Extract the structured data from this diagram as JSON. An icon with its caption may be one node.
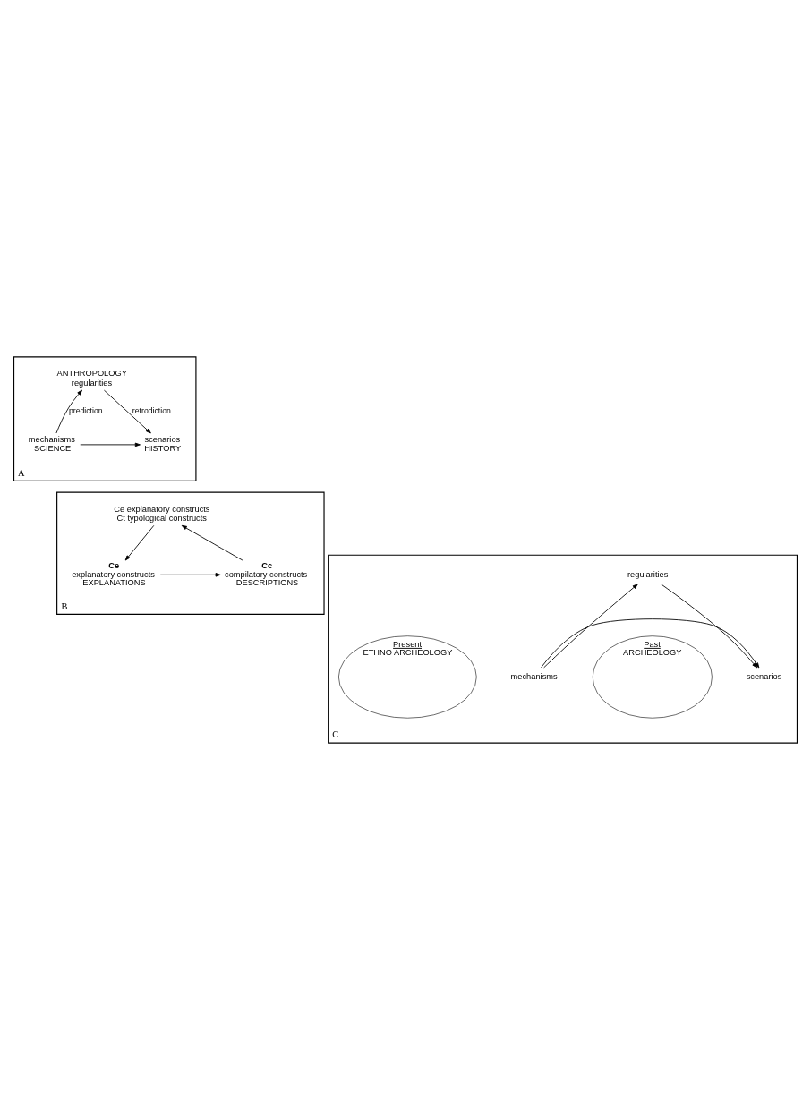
{
  "diagram": {
    "nodes": [
      {
        "text": [
          "A"
        ]
      },
      {
        "text": [
          "ANTHROPOLOGY",
          "regularities"
        ],
        "in": 0
      },
      {
        "text": [
          "mechanisms",
          "SCIENCE"
        ],
        "in": 0
      },
      {
        "text": [
          "scenarios",
          "HISTORY"
        ],
        "in": 0
      },
      {
        "text": [
          "B"
        ]
      },
      {
        "text": [
          "Ce explanatory constructs",
          "Ct typological constructs"
        ],
        "in": 4
      },
      {
        "text": [
          "Ce",
          "explanatory constructs",
          "EXPLANATIONS"
        ],
        "in": 4
      },
      {
        "text": [
          "Cc",
          "compilatory constructs",
          "DESCRIPTIONS"
        ],
        "in": 4
      },
      {
        "text": [
          "C"
        ]
      },
      {
        "text": [
          "Present",
          "ETHNO ARCHEOLOGY"
        ],
        "in": 8
      },
      {
        "text": [
          "Past",
          "ARCHEOLOGY"
        ],
        "in": 8
      },
      {
        "text": [
          "regularities"
        ],
        "in": 8
      },
      {
        "text": [
          "mechanisms"
        ],
        "in": 8
      },
      {
        "text": [
          "scenarios"
        ],
        "in": 8
      }
    ],
    "edges": [
      {
        "from": 2,
        "to": 1,
        "arrow": "to",
        "label": "prediction"
      },
      {
        "from": 1,
        "to": 3,
        "arrow": "to",
        "label": "retrodiction"
      },
      {
        "from": 2,
        "to": 3,
        "arrow": "to"
      },
      {
        "from": 5,
        "to": 6,
        "arrow": "to"
      },
      {
        "from": 6,
        "to": 7,
        "arrow": "to"
      },
      {
        "from": 7,
        "to": 5,
        "arrow": "to"
      },
      {
        "from": 12,
        "to": 11,
        "arrow": "to"
      },
      {
        "from": 11,
        "to": 13,
        "arrow": "to"
      },
      {
        "from": 12,
        "to": 13,
        "arrow": "to"
      }
    ]
  }
}
